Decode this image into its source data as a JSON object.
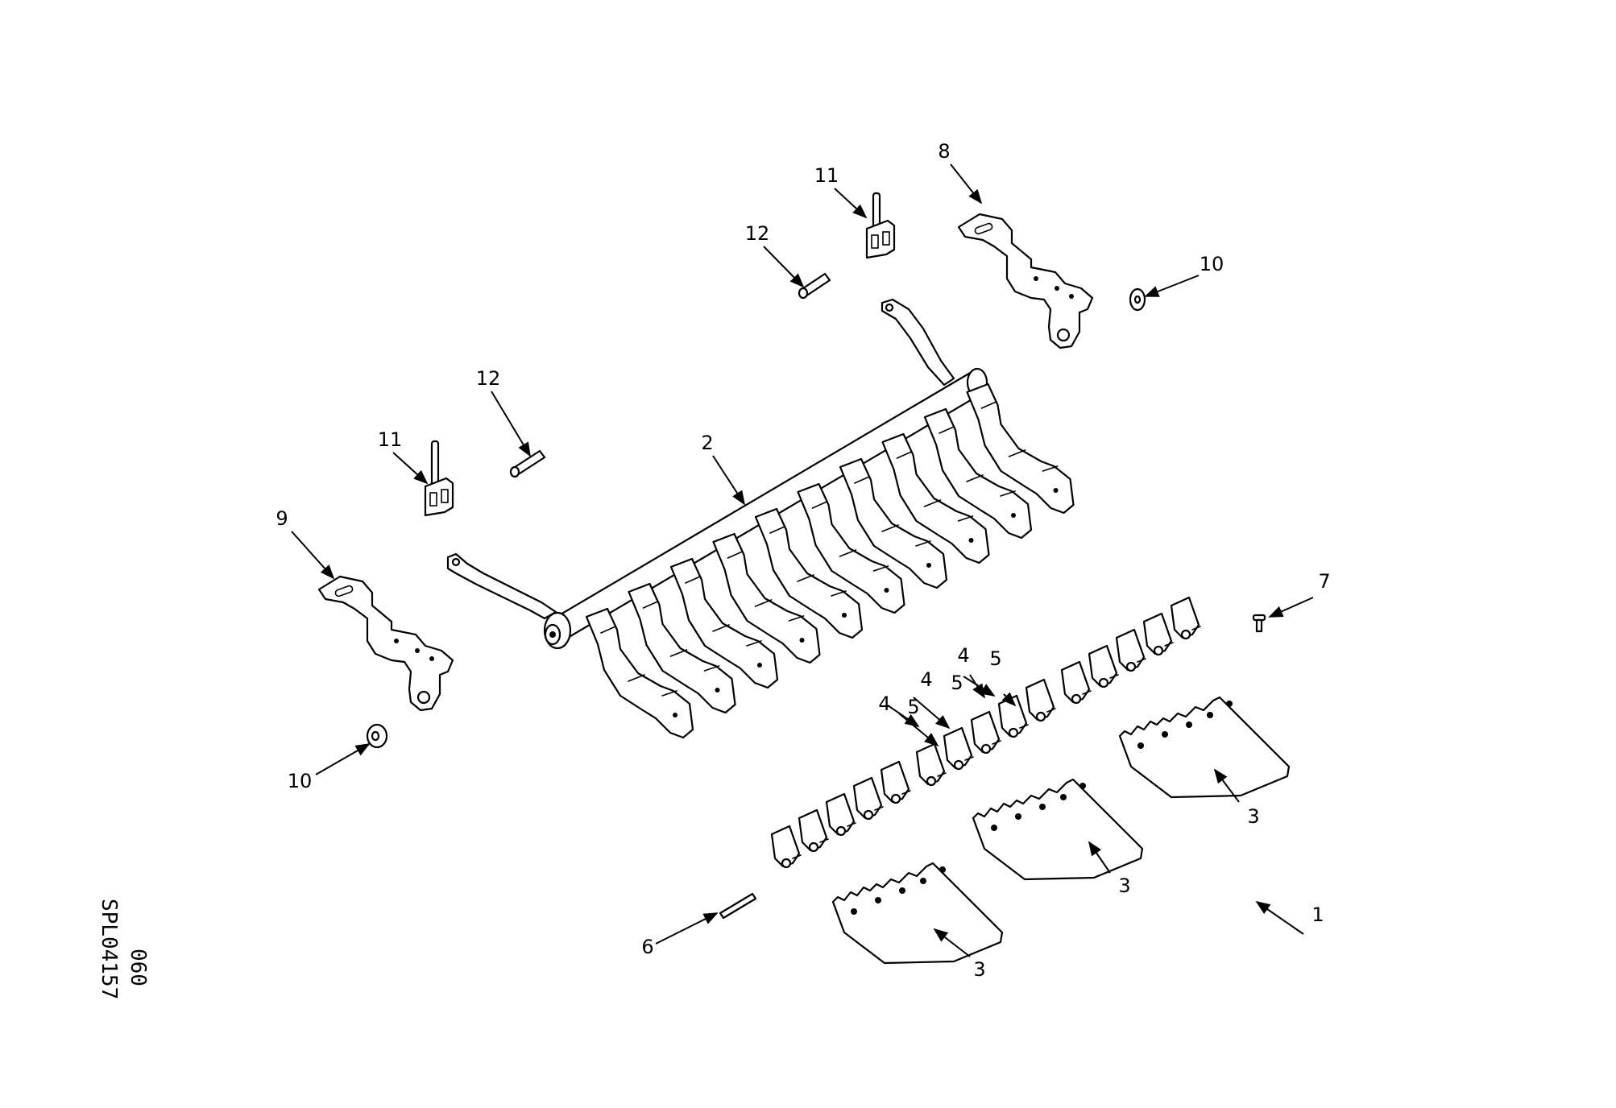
{
  "drawing": {
    "code": "SPL04157",
    "sheet": "060"
  },
  "callouts": [
    {
      "id": "c1",
      "label": "1"
    },
    {
      "id": "c2",
      "label": "2"
    },
    {
      "id": "c3a",
      "label": "3"
    },
    {
      "id": "c3b",
      "label": "3"
    },
    {
      "id": "c3c",
      "label": "3"
    },
    {
      "id": "c4a",
      "label": "4"
    },
    {
      "id": "c4b",
      "label": "4"
    },
    {
      "id": "c4c",
      "label": "4"
    },
    {
      "id": "c5a",
      "label": "5"
    },
    {
      "id": "c5b",
      "label": "5"
    },
    {
      "id": "c5c",
      "label": "5"
    },
    {
      "id": "c6",
      "label": "6"
    },
    {
      "id": "c7",
      "label": "7"
    },
    {
      "id": "c8",
      "label": "8"
    },
    {
      "id": "c9",
      "label": "9"
    },
    {
      "id": "c10a",
      "label": "10"
    },
    {
      "id": "c10b",
      "label": "10"
    },
    {
      "id": "c11a",
      "label": "11"
    },
    {
      "id": "c11b",
      "label": "11"
    },
    {
      "id": "c12a",
      "label": "12"
    },
    {
      "id": "c12b",
      "label": "12"
    }
  ]
}
